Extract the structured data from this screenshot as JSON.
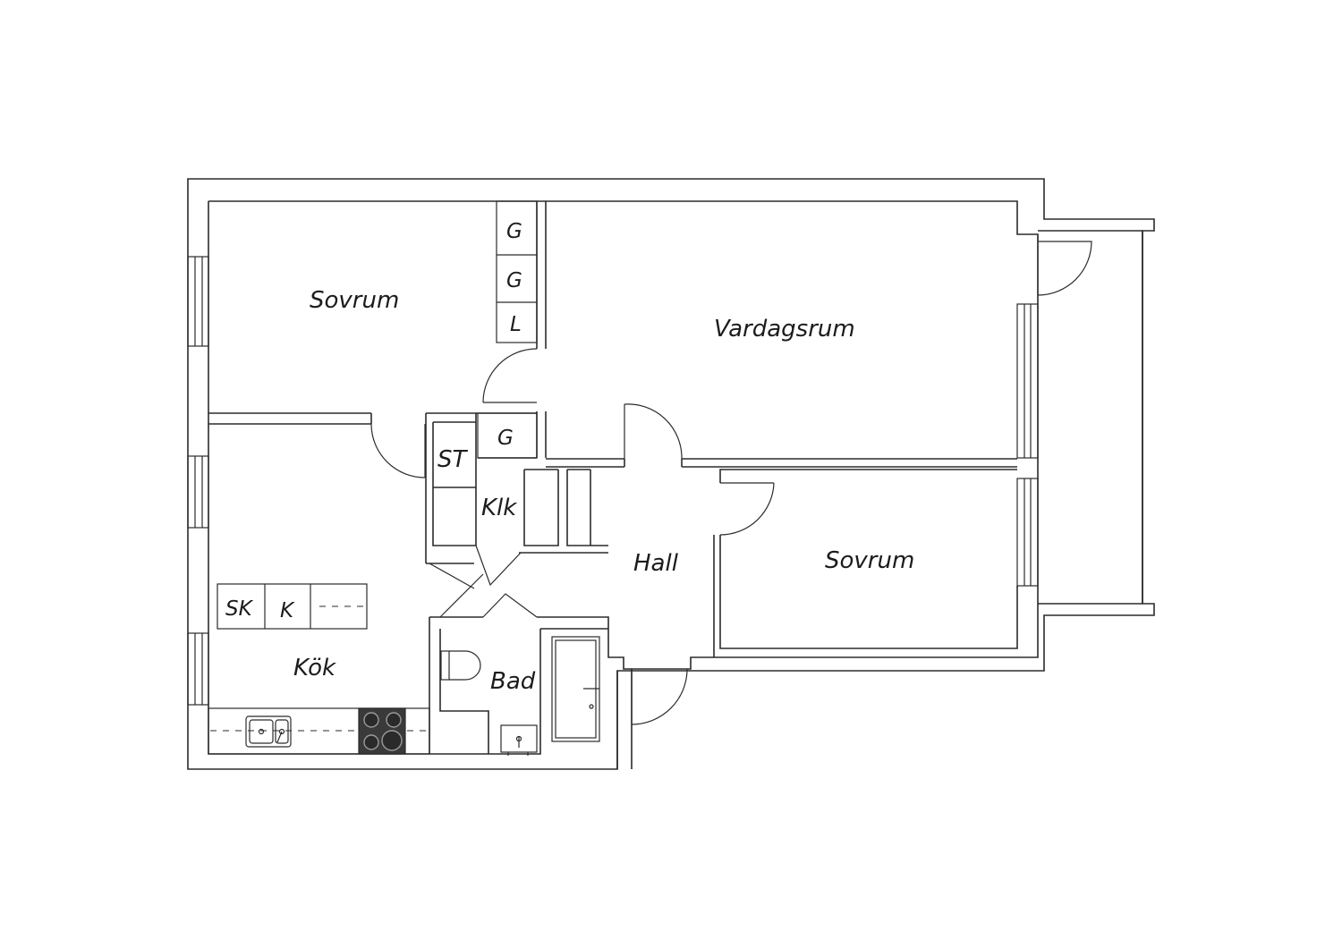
{
  "rooms": {
    "sovrum_1": "Sovrum",
    "vardagsrum": "Vardagsrum",
    "hall": "Hall",
    "sovrum_2": "Sovrum",
    "kok": "Kök",
    "bad": "Bad",
    "klk": "Klk",
    "st": "ST"
  },
  "fixtures": {
    "wardrobe_g1": "G",
    "wardrobe_g2": "G",
    "wardrobe_l": "L",
    "wardrobe_g3": "G",
    "kitchen_sk": "SK",
    "kitchen_k": "K"
  },
  "colors": {
    "line": "#2b2b2b",
    "background": "#ffffff",
    "hob": "#3a3a3a"
  }
}
